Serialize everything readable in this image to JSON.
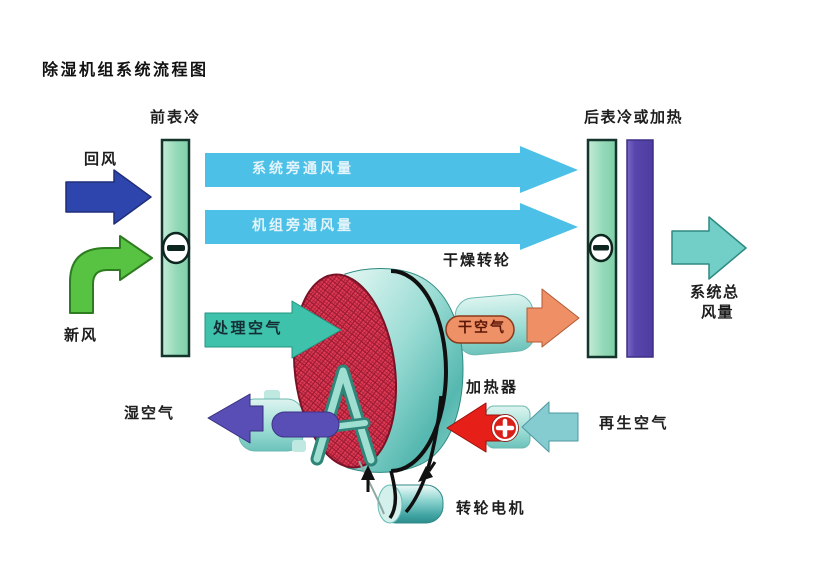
{
  "title": "除湿机组系统流程图",
  "diagram": {
    "labels": {
      "front_coil": "前表冷",
      "return_air": "回风",
      "fresh_air": "新风",
      "system_bypass": "系统旁通风量",
      "unit_bypass": "机组旁通风量",
      "process_air": "处理空气",
      "drying_wheel": "干燥转轮",
      "dry_air": "干空气",
      "rear_coil_or_heat": "后表冷或加热",
      "system_total_line1": "系统总",
      "system_total_line2": "风量",
      "wet_air": "湿空气",
      "heater": "加热器",
      "regen_air": "再生空气",
      "wheel_motor": "转轮电机"
    },
    "icons": {
      "front_coil_valve": "minus-valve-icon",
      "rear_coil_valve": "minus-valve-icon",
      "heater_badge": "plus-icon",
      "rotation_left": "arrow-up-icon",
      "rotation_right": "arrow-down-icon"
    },
    "colors": {
      "return_air_blue": "#2e45ad",
      "fresh_air_green": "#58c342",
      "bypass_cyan": "#4cc0e6",
      "process_teal": "#3fc2ab",
      "system_total_teal": "#72cfc8",
      "dry_air_orange": "#ee8f66",
      "heater_red": "#e62019",
      "wet_air_purple": "#584eb5",
      "regen_cyan": "#85ccd1",
      "coil_green": "#93d9b8",
      "heat_bar_purple": "#5946ac",
      "wheel_mesh_red": "#e43b55",
      "wheel_body_teal": "#7fccc4"
    }
  }
}
